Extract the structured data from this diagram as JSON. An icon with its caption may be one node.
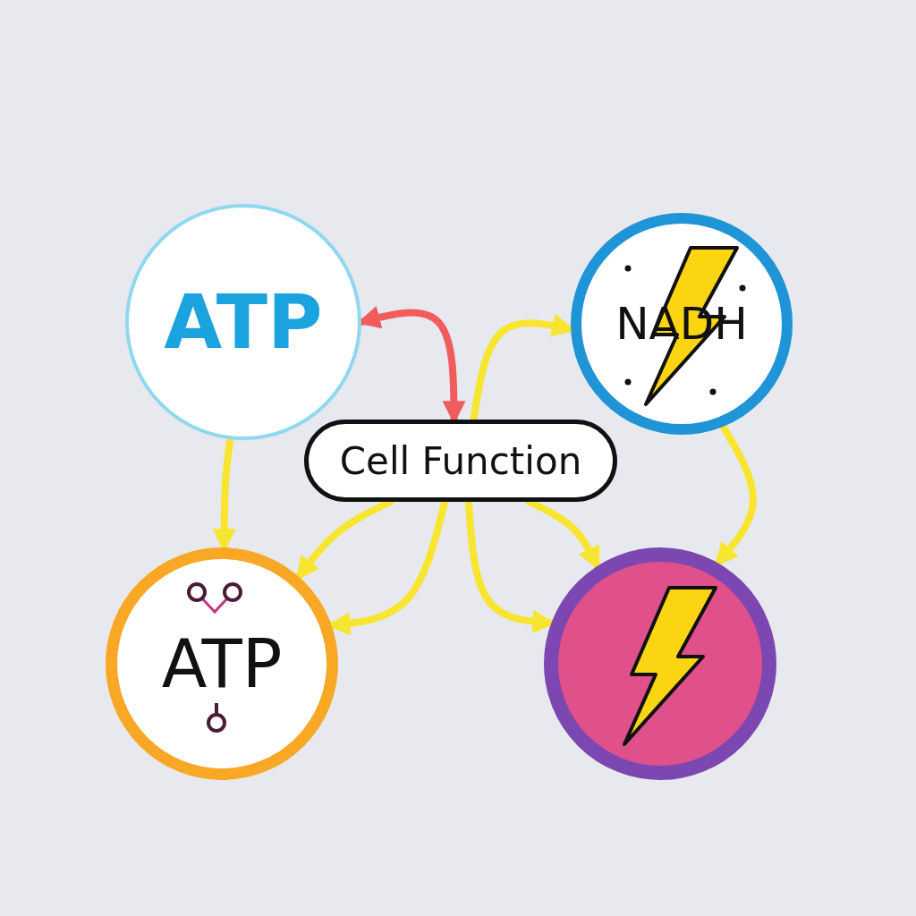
{
  "diagram": {
    "nodes": [
      {
        "text": [
          "ATP"
        ]
      },
      {
        "text": [
          "NADH"
        ]
      },
      {
        "text": [
          "Cell Function"
        ]
      },
      {
        "text": [
          "ATP"
        ]
      },
      {
        "text": [],
        "shape": "circle"
      }
    ],
    "edges": [
      {
        "from": 0,
        "to": 2,
        "arrow": "both",
        "color": "#f25c5c"
      },
      {
        "from": 2,
        "to": 1,
        "arrow": "to"
      },
      {
        "from": 0,
        "to": 3,
        "arrow": "to"
      },
      {
        "from": 2,
        "to": 3,
        "arrow": "to"
      },
      {
        "from": 2,
        "to": 3,
        "arrow": "to"
      },
      {
        "from": 2,
        "to": 4,
        "arrow": "to"
      },
      {
        "from": 2,
        "to": 4,
        "arrow": "to"
      },
      {
        "from": 1,
        "to": 4,
        "arrow": "to"
      }
    ]
  }
}
